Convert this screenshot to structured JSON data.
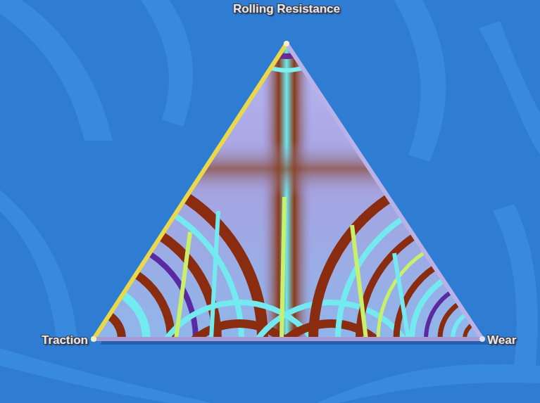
{
  "diagram": {
    "labels": [
      "Rolling Resistance",
      "Traction",
      "Wear"
    ]
  }
}
